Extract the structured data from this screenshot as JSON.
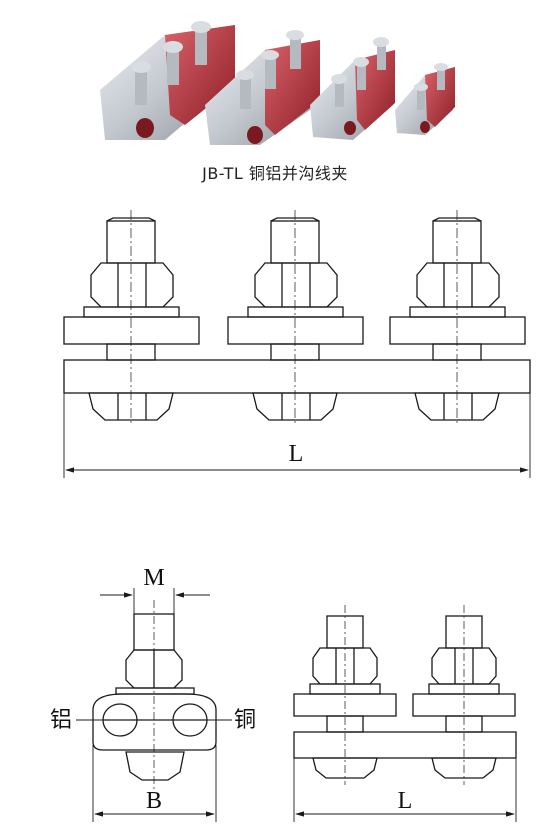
{
  "caption": "JB-TL 铜铝并沟线夹",
  "photo": {
    "icon": "clamp-product-photo",
    "count": 4,
    "colors": {
      "aluminum": "#c9ced6",
      "copper": "#c0363d"
    }
  },
  "front_view": {
    "length_label": "L",
    "bolts": 3
  },
  "side_view": {
    "bolt_label": "M",
    "width_label": "B",
    "left_label": "铝",
    "right_label": "铜"
  },
  "front_view_2": {
    "length_label": "L",
    "bolts": 2
  }
}
